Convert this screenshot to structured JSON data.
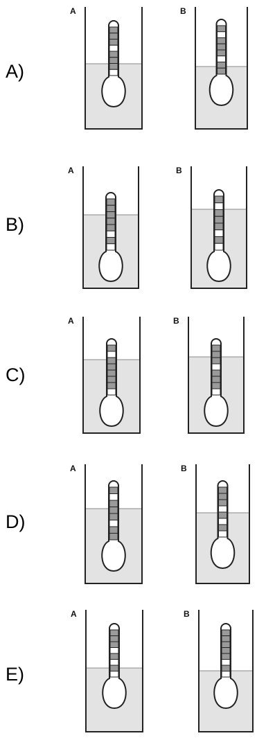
{
  "options": [
    {
      "label": "A)",
      "beakers": [
        {
          "label": "A",
          "fill": {
            "liquid_top": "y",
            "stripe_above_liquid": "y"
          }
        },
        {
          "label": "B",
          "fill": {
            "liquid_top": "y",
            "stripe_above_liquid": "y"
          }
        }
      ]
    },
    {
      "label": "B)",
      "beakers": [
        {
          "label": "A"
        },
        {
          "label": "B"
        }
      ]
    },
    {
      "label": "C)",
      "beakers": [
        {
          "label": "A"
        },
        {
          "label": "B"
        }
      ]
    },
    {
      "label": "D)",
      "beakers": [
        {
          "label": "A"
        },
        {
          "label": "B"
        }
      ]
    },
    {
      "label": "E)",
      "beakers": [
        {
          "label": "A"
        },
        {
          "label": "B"
        }
      ]
    }
  ],
  "colors": {
    "liquid": "#e3e3e3",
    "stripe": "#9a9a9a",
    "outline": "#222222"
  }
}
